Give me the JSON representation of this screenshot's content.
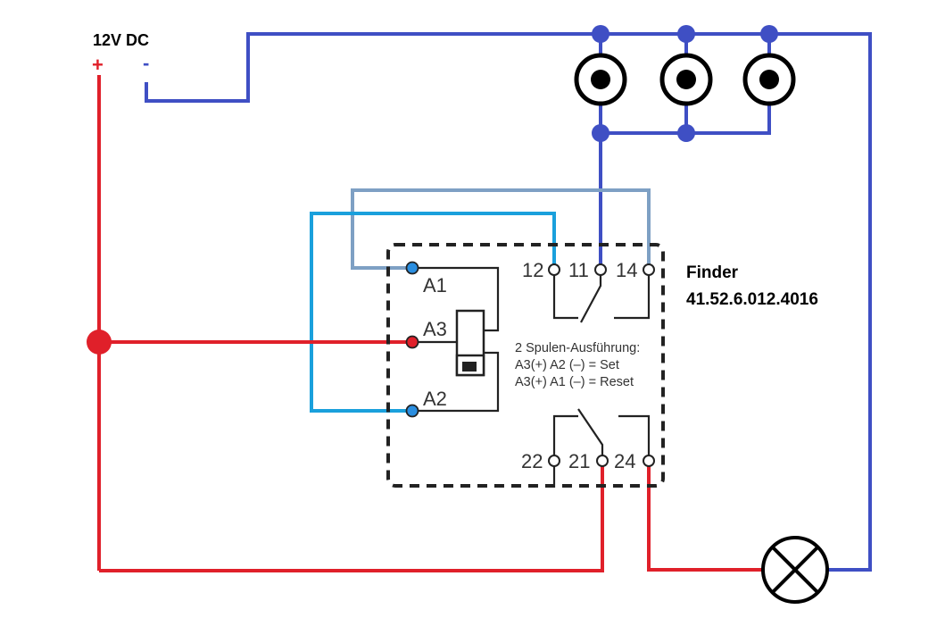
{
  "supply": {
    "label": "12V DC",
    "plus_label": "+",
    "minus_label": "-"
  },
  "relay": {
    "model_line1": "Finder",
    "model_line2": "41.52.6.012.4016",
    "coil_terminals": [
      "A1",
      "A3",
      "A2"
    ],
    "upper_contacts": [
      "12",
      "11",
      "14"
    ],
    "lower_contacts": [
      "22",
      "21",
      "24"
    ],
    "note_line1": "2 Spulen-Ausführung:",
    "note_line2": "A3(+) A2 (–) = Set",
    "note_line3": "A3(+) A1 (–) = Reset"
  },
  "colors": {
    "positive_wire": "#e0202a",
    "negative_wire": "#3f4fc4",
    "set_wire": "#1aa0dc",
    "reset_wire": "#7ea0c4",
    "node_blue": "#2a8ee0",
    "node_red": "#e0202a"
  },
  "components": {
    "pushbuttons": [
      "pushbutton-1",
      "pushbutton-2",
      "pushbutton-3"
    ],
    "lamp": "lamp"
  }
}
